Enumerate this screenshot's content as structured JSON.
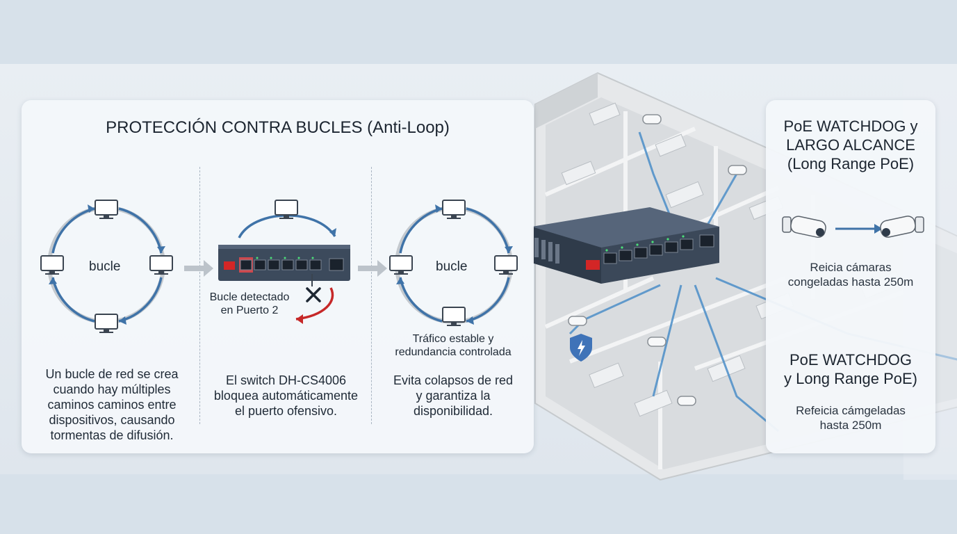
{
  "left_panel": {
    "title": "PROTECCIÓN CONTRA BUCLES (Anti-Loop)",
    "col1": {
      "loop_label": "bucle",
      "caption": [
        "Un bucle de red se crea",
        "cuando hay múltiples",
        "caminos caminos entre",
        "dispositivos, causando",
        "tormentas de difusión."
      ]
    },
    "col2": {
      "detect_label": [
        "Bucle detectado",
        "en Puerto 2"
      ],
      "caption": [
        "El switch DH-CS4006",
        "bloquea automáticamente",
        "el puerto ofensivo."
      ]
    },
    "col3": {
      "loop_label": "bucle",
      "status_label": [
        "Tráfico estable y",
        "redundancia controlada"
      ],
      "caption": [
        "Evita colapsos de red",
        "y garantiza la",
        "disponibilidad."
      ]
    }
  },
  "right_panel": {
    "title1": [
      "PoE WATCHDOG y",
      "LARGO ALCANCE",
      "(Long Range PoE)"
    ],
    "text1": [
      "Reicia cámaras",
      "congeladas hasta 250m"
    ],
    "title2": [
      "PoE WATCHDOG",
      "y Long Range PoE)"
    ],
    "text2": [
      "Refeicia cámgeladas",
      "hasta 250m"
    ]
  },
  "colors": {
    "arrow_blue": "#3f73a8",
    "ring_gray": "#c4c9ce",
    "switch_body": "#3c4a5c",
    "alert_red": "#d32626",
    "panel_bg": "#f4f7fa"
  },
  "icons": [
    "monitor-icon",
    "network-switch-icon",
    "block-x-icon",
    "security-camera-icon",
    "shield-icon"
  ]
}
